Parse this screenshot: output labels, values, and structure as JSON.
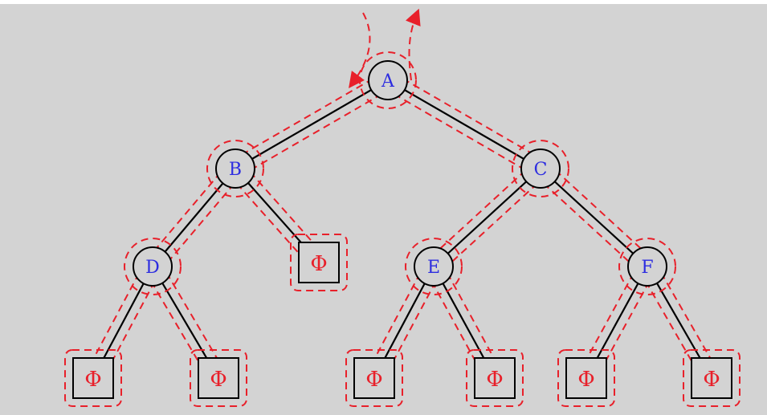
{
  "tree": {
    "nodes": [
      {
        "id": "A",
        "label": "A"
      },
      {
        "id": "B",
        "label": "B"
      },
      {
        "id": "C",
        "label": "C"
      },
      {
        "id": "D",
        "label": "D"
      },
      {
        "id": "E",
        "label": "E"
      },
      {
        "id": "F",
        "label": "F"
      }
    ],
    "null_nodes": [
      {
        "id": "n1",
        "label": "Φ",
        "parent": "D"
      },
      {
        "id": "n2",
        "label": "Φ",
        "parent": "D"
      },
      {
        "id": "n3",
        "label": "Φ",
        "parent": "B"
      },
      {
        "id": "n4",
        "label": "Φ",
        "parent": "E"
      },
      {
        "id": "n5",
        "label": "Φ",
        "parent": "E"
      },
      {
        "id": "n6",
        "label": "Φ",
        "parent": "F"
      },
      {
        "id": "n7",
        "label": "Φ",
        "parent": "F"
      }
    ],
    "edges": [
      [
        "A",
        "B"
      ],
      [
        "A",
        "C"
      ],
      [
        "B",
        "D"
      ],
      [
        "B",
        "n3"
      ],
      [
        "C",
        "E"
      ],
      [
        "C",
        "F"
      ],
      [
        "D",
        "n1"
      ],
      [
        "D",
        "n2"
      ],
      [
        "E",
        "n4"
      ],
      [
        "E",
        "n5"
      ],
      [
        "F",
        "n6"
      ],
      [
        "F",
        "n7"
      ]
    ]
  },
  "colors": {
    "background": "#d3d3d3",
    "node_label": "#2d2de0",
    "trace": "#e8202a",
    "edge": "#000000"
  }
}
